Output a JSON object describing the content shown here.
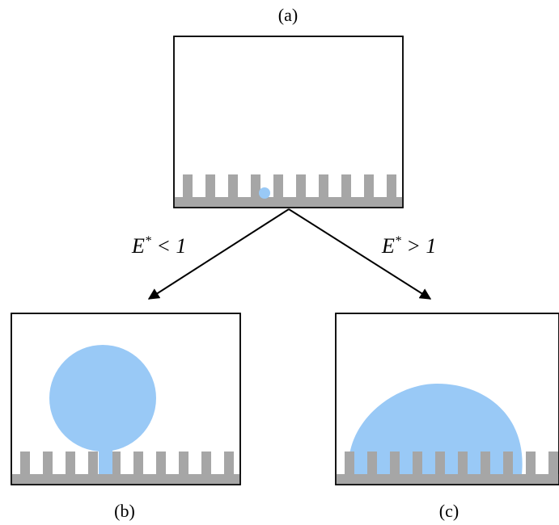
{
  "panels": {
    "a": {
      "label": "(a)"
    },
    "b": {
      "label": "(b)"
    },
    "c": {
      "label": "(c)"
    }
  },
  "arrows": {
    "left": {
      "label": {
        "base": "E",
        "sup": "*",
        "rest": " < 1"
      }
    },
    "right": {
      "label": {
        "base": "E",
        "sup": "*",
        "rest": " > 1"
      }
    }
  },
  "colors": {
    "droplet": "#99c9f6",
    "substrate": "#a6a6a6",
    "frame": "#000000"
  }
}
